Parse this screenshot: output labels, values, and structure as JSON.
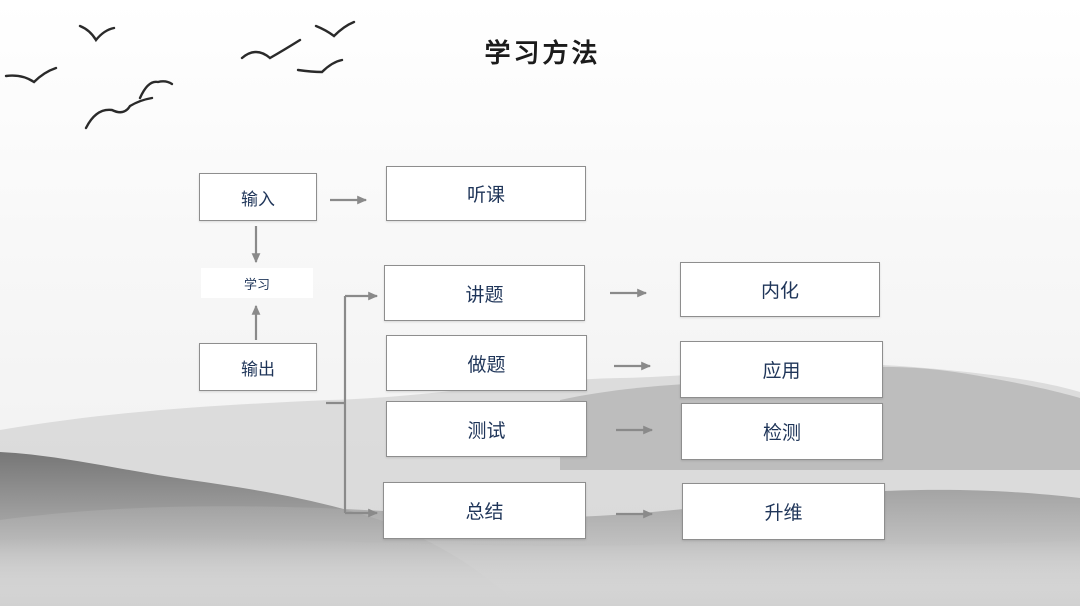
{
  "title": "学习方法",
  "nodes": {
    "input": "输入",
    "study": "学习",
    "output": "输出",
    "listen": "听课",
    "explain": "讲题",
    "practice": "做题",
    "test": "测试",
    "summary": "总结",
    "internalize": "内化",
    "apply": "应用",
    "check": "检测",
    "upgrade": "升维"
  },
  "colors": {
    "text": "#1f3559",
    "arrow": "#8a8a8a",
    "border": "#8e8e8e",
    "mountain_dark": "#5a5a5a",
    "mountain_light": "#b5b5b5"
  }
}
